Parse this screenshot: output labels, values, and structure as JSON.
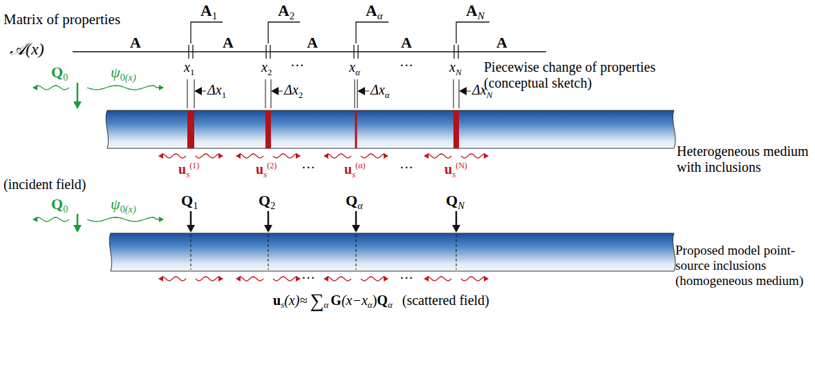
{
  "diagram": {
    "labels": [
      "Matrix of properties",
      "A",
      "1",
      "A",
      "2",
      "A",
      "α",
      "A",
      "N",
      "𝒜(x)",
      "A",
      "A",
      "A",
      "A",
      "A",
      "Piecewise change of properties (conceptual sketch)",
      "x",
      "1",
      "x",
      "2",
      "···",
      "x",
      "α",
      "···",
      "x",
      "N",
      "Δx",
      "1",
      "Δx",
      "2",
      "Δx",
      "α",
      "Δx",
      "N",
      "Q",
      "0",
      "ψ",
      "0",
      "(x)",
      "Heterogeneous medium with inclusions",
      "u",
      "s",
      "(1)",
      "u",
      "s",
      "(2)",
      "···",
      "u",
      "s",
      "(α)",
      "···",
      "u",
      "s",
      "(N)",
      "(incident field)",
      "Q",
      "0",
      "ψ",
      "0",
      "(x)",
      "Q",
      "1",
      "Q",
      "2",
      "Q",
      "α",
      "Q",
      "N",
      "···",
      "···",
      "Proposed model point-source inclusions (homogeneous medium)",
      "u",
      "s",
      "(x)≈",
      "∑",
      "α",
      "G",
      "(x−x",
      "α",
      ")",
      "Q",
      "α",
      "(scattered field)"
    ]
  }
}
